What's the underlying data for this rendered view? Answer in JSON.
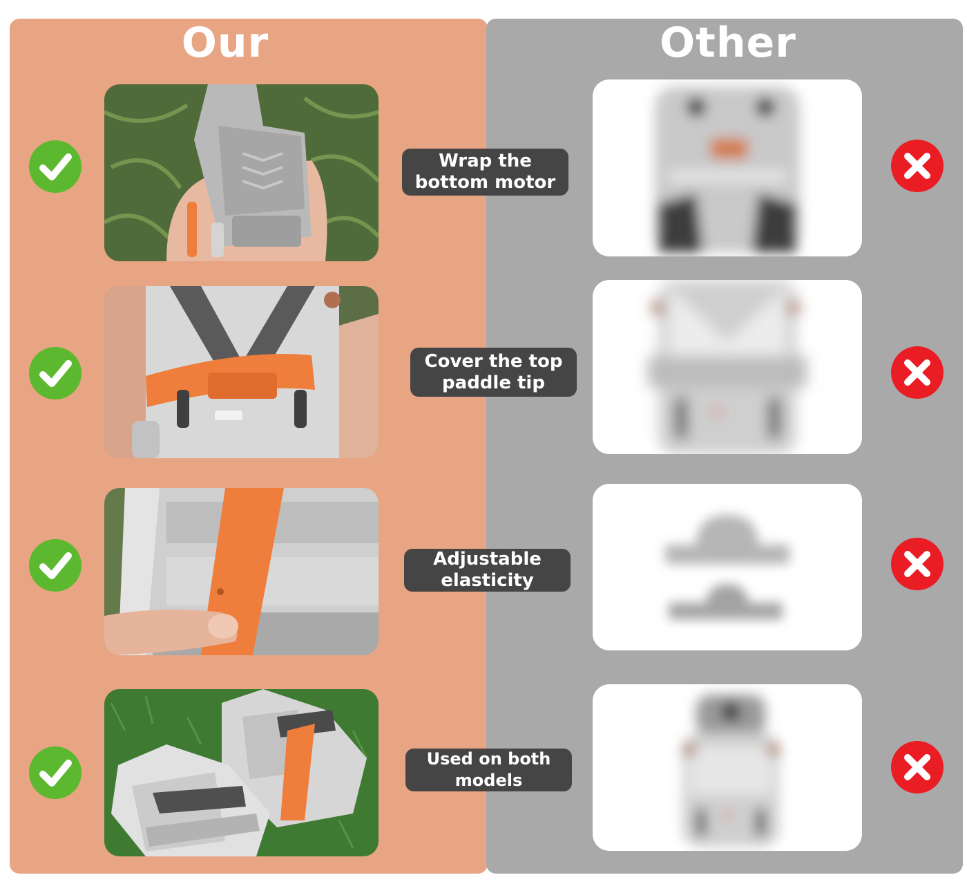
{
  "headings": {
    "our": "Our",
    "other": "Other"
  },
  "rows": [
    {
      "label": "Wrap the bottom motor"
    },
    {
      "label": "Cover the top paddle tip"
    },
    {
      "label": "Adjustable elasticity"
    },
    {
      "label": "Used on both models"
    }
  ],
  "icons": {
    "check": "check-icon",
    "cross": "cross-icon"
  },
  "colors": {
    "our_panel": "#e8a584",
    "other_panel": "#a9a9a9",
    "check_green": "#5cb82e",
    "cross_red": "#ea1c24",
    "label_bg": "#454545",
    "strap_orange": "#ef7d3c"
  }
}
